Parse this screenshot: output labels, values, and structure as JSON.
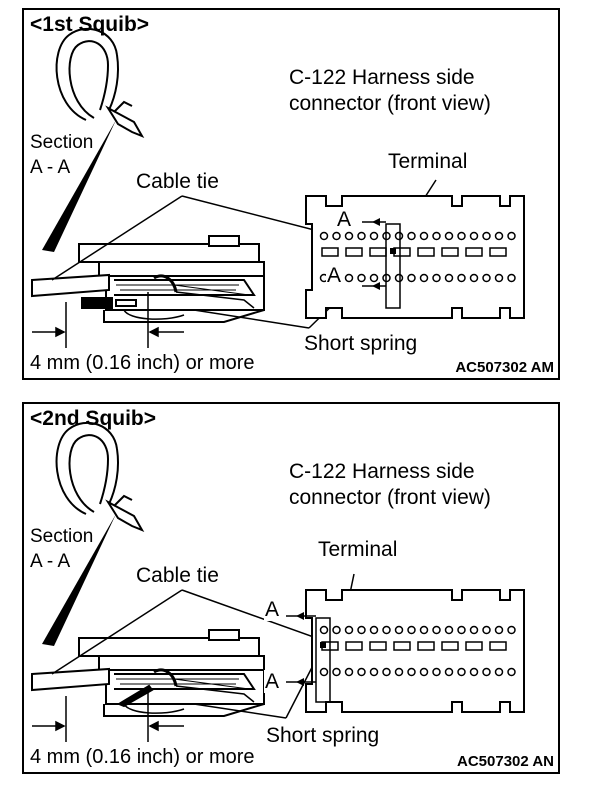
{
  "panels": [
    {
      "title": "<1st Squib>",
      "connector_line1": "C-122 Harness side",
      "connector_line2": "connector (front view)",
      "section_line1": "Section",
      "section_line2": "A - A",
      "cable_tie": "Cable tie",
      "terminal": "Terminal",
      "section_letter_top": "A",
      "section_letter_bottom": "A",
      "short_spring": "Short spring",
      "dimension": "4 mm (0.16 inch) or more",
      "figure_code": "AC507302 AM"
    },
    {
      "title": "<2nd Squib>",
      "connector_line1": "C-122 Harness side",
      "connector_line2": "connector (front view)",
      "section_line1": "Section",
      "section_line2": "A - A",
      "cable_tie": "Cable tie",
      "terminal": "Terminal",
      "section_letter_top": "A",
      "section_letter_bottom": "A",
      "short_spring": "Short spring",
      "dimension": "4 mm (0.16 inch) or more",
      "figure_code": "AC507302 AN"
    }
  ]
}
